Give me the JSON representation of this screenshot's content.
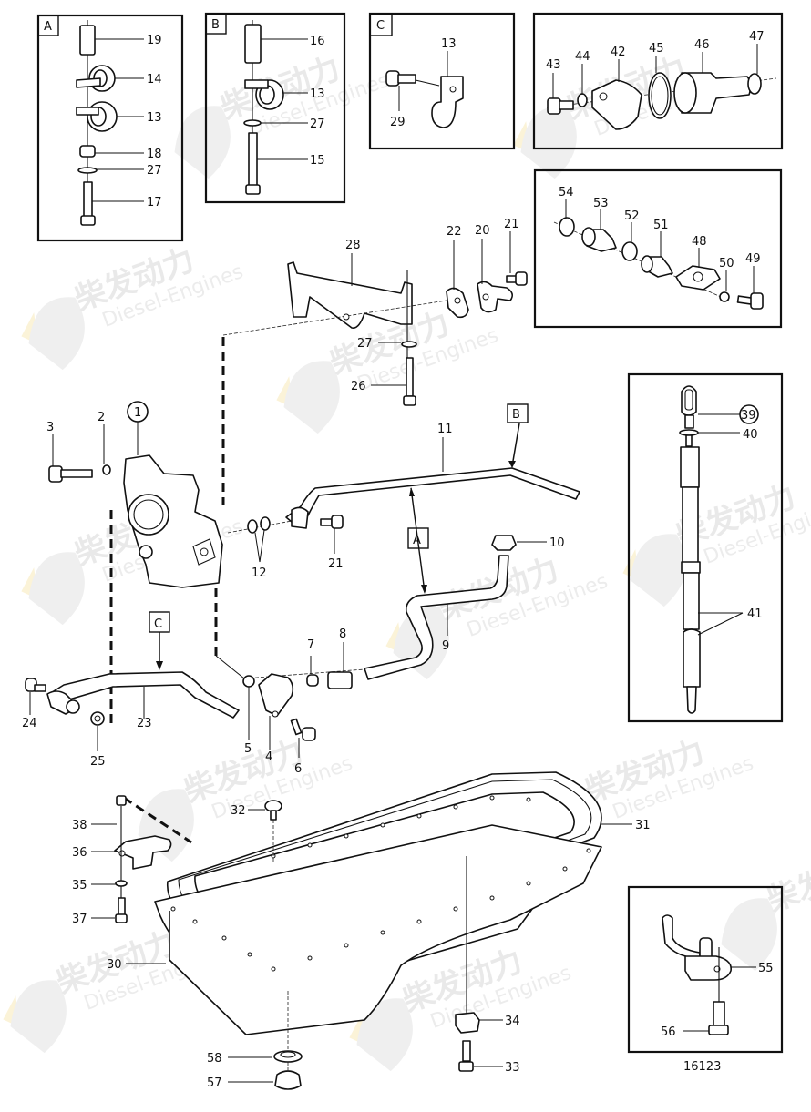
{
  "watermark": {
    "chinese": "柴发动力",
    "english": "Diesel-Engines",
    "color": "#e9e9e9",
    "accent": "#fbf3d8"
  },
  "drawing_number": "16123",
  "detail_boxes": {
    "A": {
      "label": "A",
      "parts": [
        "19",
        "14",
        "13",
        "18",
        "27",
        "17"
      ]
    },
    "B": {
      "label": "B",
      "parts": [
        "16",
        "13",
        "27",
        "15"
      ]
    },
    "C": {
      "label": "C",
      "parts": [
        "13",
        "29"
      ]
    },
    "thermo_valve": {
      "parts": [
        "43",
        "44",
        "42",
        "45",
        "46",
        "47"
      ]
    },
    "pressure_valve": {
      "parts": [
        "54",
        "53",
        "52",
        "51",
        "48",
        "50",
        "49"
      ]
    },
    "dipstick": {
      "parts": [
        "39",
        "40",
        "41"
      ]
    },
    "suction_pipe": {
      "parts": [
        "55",
        "56"
      ]
    }
  },
  "callouts": {
    "p1": "1",
    "p2": "2",
    "p3": "3",
    "p4": "4",
    "p5": "5",
    "p6": "6",
    "p7": "7",
    "p8": "8",
    "p9": "9",
    "p10": "10",
    "p11": "11",
    "p12": "12",
    "p13a": "13",
    "p13b": "13",
    "p13c": "13",
    "p14": "14",
    "p15": "15",
    "p16": "16",
    "p17": "17",
    "p18": "18",
    "p19": "19",
    "p20": "20",
    "p21a": "21",
    "p21b": "21",
    "p22": "22",
    "p23": "23",
    "p24": "24",
    "p25": "25",
    "p26": "26",
    "p27a": "27",
    "p27b": "27",
    "p27c": "27",
    "p28": "28",
    "p29": "29",
    "p30": "30",
    "p31": "31",
    "p32": "32",
    "p33": "33",
    "p34": "34",
    "p35": "35",
    "p36": "36",
    "p37": "37",
    "p38": "38",
    "p39": "39",
    "p40": "40",
    "p41": "41",
    "p42": "42",
    "p43": "43",
    "p44": "44",
    "p45": "45",
    "p46": "46",
    "p47": "47",
    "p48": "48",
    "p49": "49",
    "p50": "50",
    "p51": "51",
    "p52": "52",
    "p53": "53",
    "p54": "54",
    "p55": "55",
    "p56": "56",
    "p57": "57",
    "p58": "58"
  },
  "view_refs": {
    "A": "A",
    "B": "B",
    "C": "C"
  }
}
